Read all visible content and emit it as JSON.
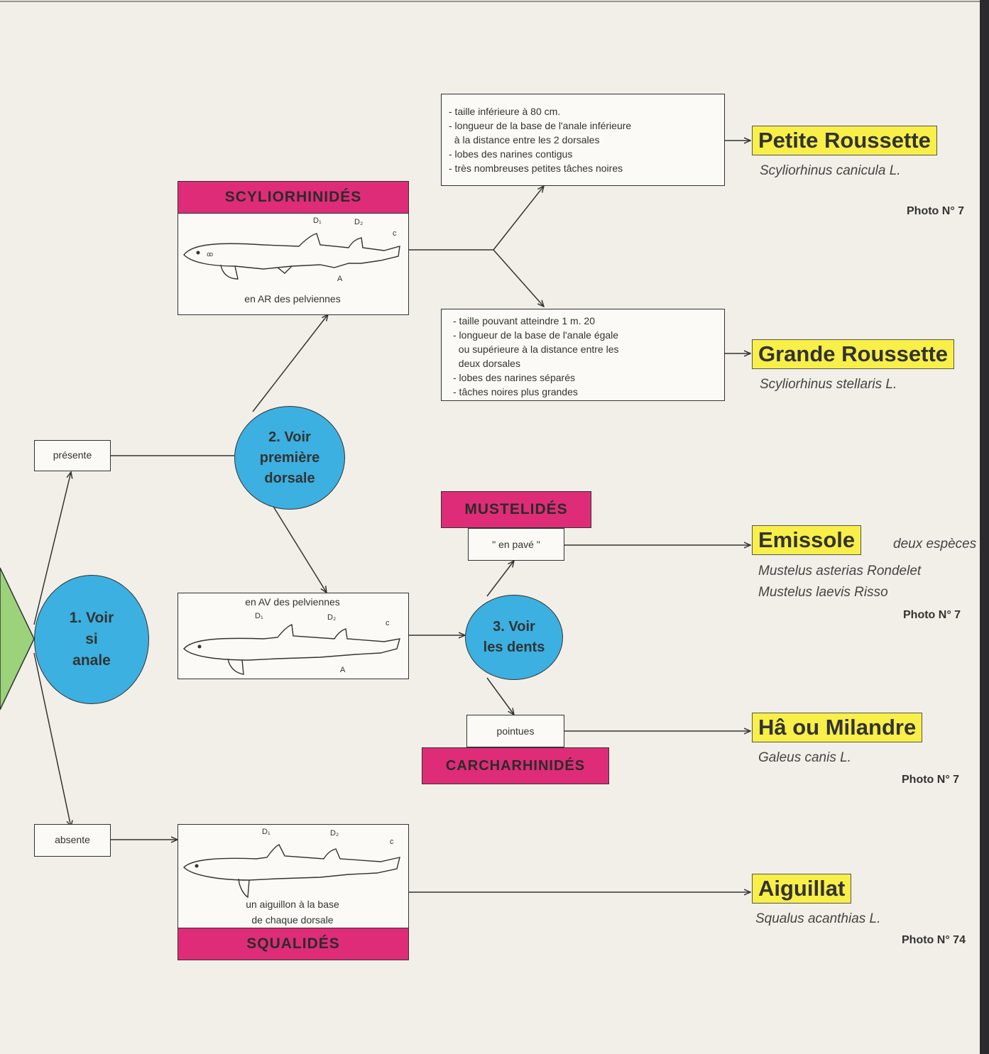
{
  "step1": {
    "line1": "1. Voir",
    "line2": "si",
    "line3": "anale"
  },
  "step2": {
    "line1": "2. Voir",
    "line2": "première",
    "line3": "dorsale"
  },
  "step3": {
    "line1": "3. Voir",
    "line2": "les dents"
  },
  "branch_presente": "présente",
  "branch_absente": "absente",
  "scylio": {
    "family": "SCYLIORHINIDÉS",
    "caption": "en AR des pelviennes",
    "lbl_d1": "D₁",
    "lbl_d2": "D₂",
    "lbl_c": "c",
    "lbl_a": "A"
  },
  "av": {
    "caption": "en AV des pelviennes",
    "lbl_d1": "D₁",
    "lbl_d2": "D₂",
    "lbl_c": "c",
    "lbl_a": "A"
  },
  "squal": {
    "family": "SQUALIDÉS",
    "caption1": "un aiguillon à la base",
    "caption2": "de chaque dorsale",
    "lbl_d1": "D₁",
    "lbl_d2": "D₂",
    "lbl_c": "c"
  },
  "mustel": {
    "family": "MUSTELIDÉS",
    "teeth": "\" en pavé \""
  },
  "carch": {
    "family": "CARCHARHINIDÉS",
    "teeth": "pointues"
  },
  "petite_criteria": [
    "- taille inférieure à 80 cm.",
    "- longueur de la base de l'anale inférieure",
    "  à la distance entre les 2 dorsales",
    "- lobes des narines contigus",
    "- très nombreuses petites tâches noires"
  ],
  "grande_criteria": [
    "- taille pouvant atteindre 1 m. 20",
    "- longueur de la base de l'anale égale",
    "  ou supérieure à la distance entre les",
    "  deux dorsales",
    "- lobes des narines séparés",
    "- tâches noires plus grandes"
  ],
  "species": {
    "petite": {
      "name": "Petite Roussette",
      "sci": "Scyliorhinus canicula L.",
      "photo": "Photo N° 7"
    },
    "grande": {
      "name": "Grande Roussette",
      "sci": "Scyliorhinus stellaris L."
    },
    "emissole": {
      "name": "Emissole",
      "note": "deux espèces",
      "sci1": "Mustelus asterias Rondelet",
      "sci2": "Mustelus laevis Risso",
      "photo": "Photo N° 7"
    },
    "ha": {
      "name": "Hâ ou Milandre",
      "sci": "Galeus canis L.",
      "photo": "Photo N° 7"
    },
    "aiguillat": {
      "name": "Aiguillat",
      "sci": "Squalus acanthias L.",
      "photo": "Photo N° 74"
    }
  },
  "colors": {
    "pink": "#de2c78",
    "blue": "#3cb0e0",
    "yellow": "#f8ef48",
    "green": "#9bd27a",
    "paper": "#f2efe8"
  }
}
